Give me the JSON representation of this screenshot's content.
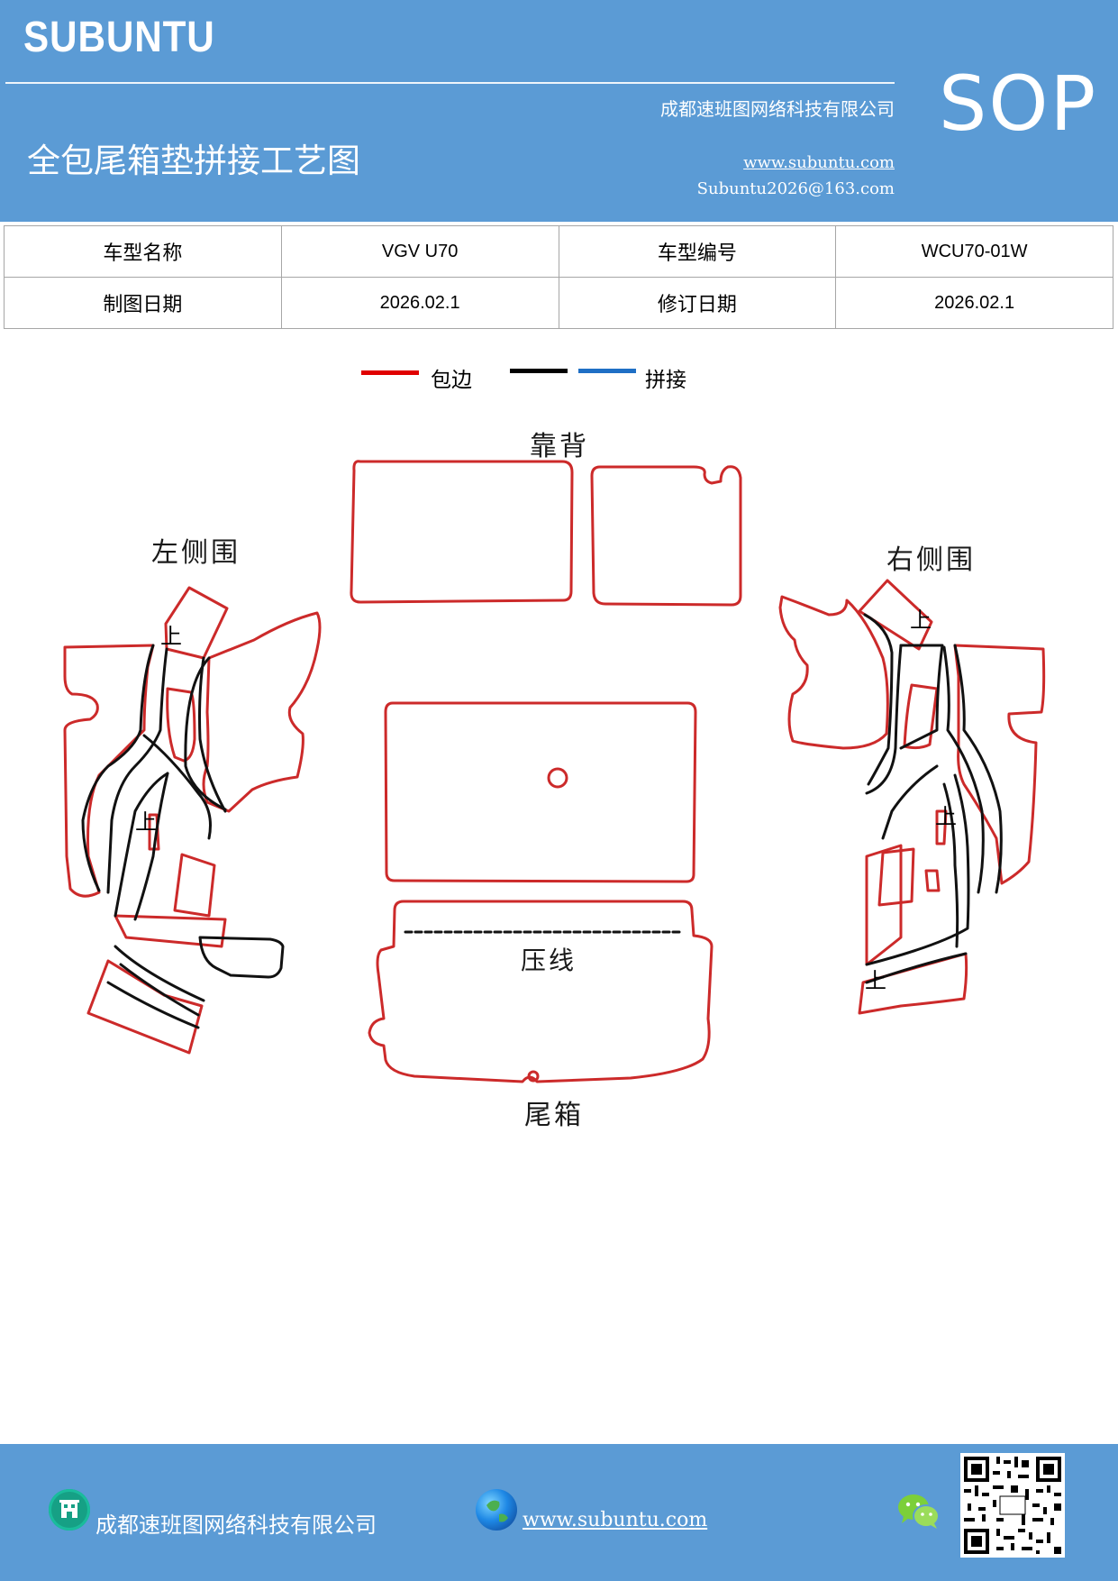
{
  "header": {
    "brand": "SUBUNTU",
    "company": "成都速班图网络科技有限公司",
    "title": "全包尾箱垫拼接工艺图",
    "website": "www.subuntu.com",
    "email": "Subuntu2026@163.com",
    "badge": "SOP"
  },
  "info_table": {
    "rows": [
      {
        "label1": "车型名称",
        "value1": "VGV U70",
        "label2": "车型编号",
        "value2": "WCU70-01W"
      },
      {
        "label1": "制图日期",
        "value1": "2026.02.1",
        "label2": "修订日期",
        "value2": "2026.02.1"
      }
    ]
  },
  "legend": {
    "edge_label": "包边",
    "seam_label": "拼接",
    "colors": {
      "edge": "#e00000",
      "seam_black": "#000000",
      "seam_blue": "#1f6fc5"
    }
  },
  "drawing": {
    "backrest_label": "靠背",
    "left_side_label": "左侧围",
    "right_side_label": "右侧围",
    "crease_label": "压线",
    "trunk_label": "尾箱",
    "up_mark": "上",
    "outline_color": "#cc2a2a"
  },
  "footer": {
    "company": "成都速班图网络科技有限公司",
    "website": "www.subuntu.com",
    "icons": [
      "building-icon",
      "globe-icon",
      "wechat-icon",
      "qr-code"
    ]
  }
}
